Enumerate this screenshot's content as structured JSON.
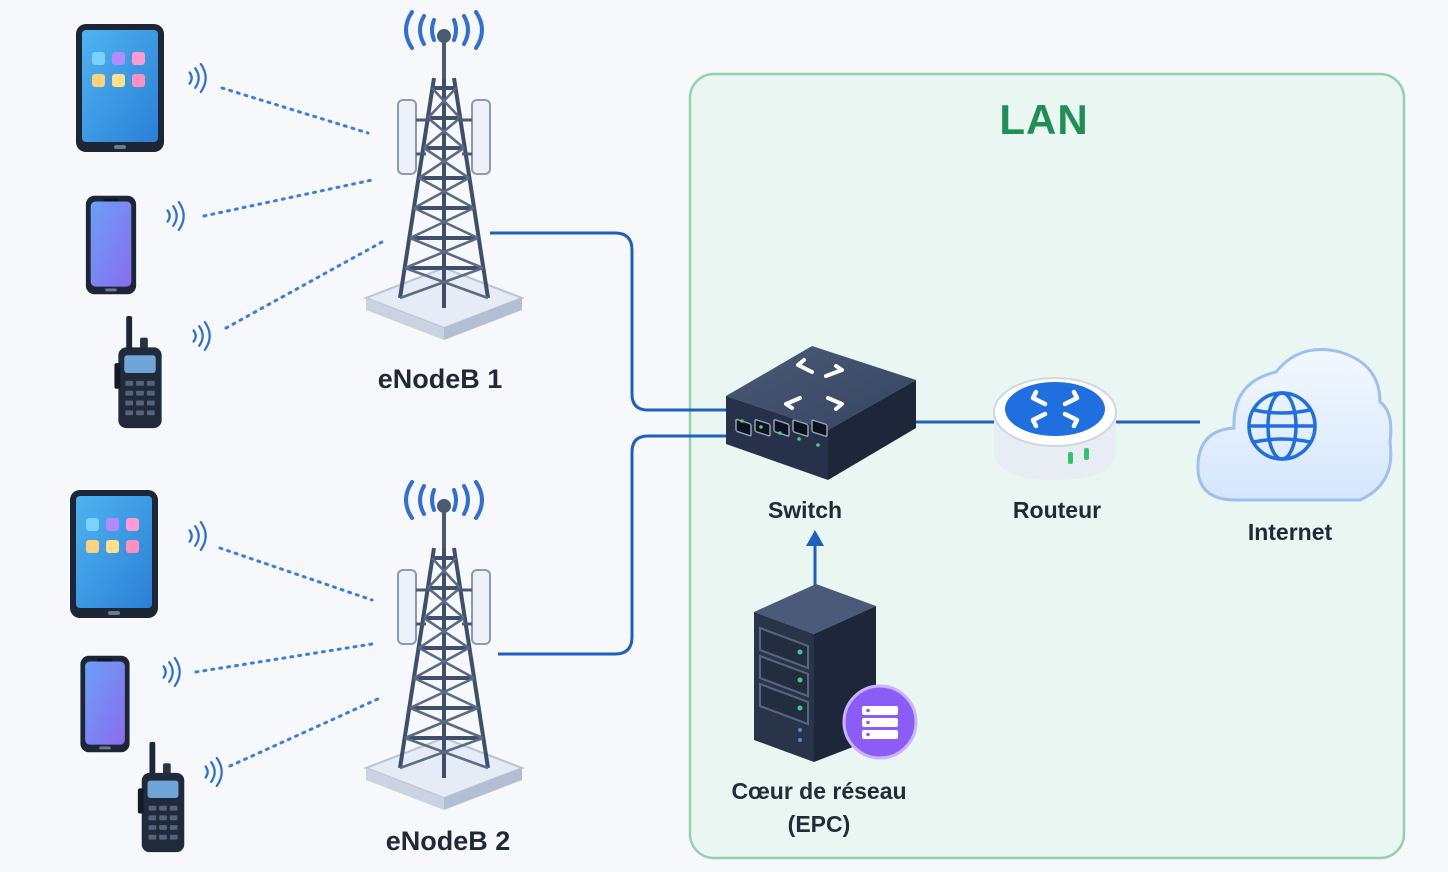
{
  "lan": {
    "title": "LAN"
  },
  "towers": [
    {
      "label": "eNodeB 1"
    },
    {
      "label": "eNodeB 2"
    }
  ],
  "devices": {
    "switch": "Switch",
    "router": "Routeur",
    "internet": "Internet",
    "core_line1": "Cœur de réseau",
    "core_line2": "(EPC)"
  },
  "ue_groups": [
    {
      "tower": "eNodeB 1",
      "devices": [
        "tablet",
        "smartphone",
        "walkie-talkie"
      ]
    },
    {
      "tower": "eNodeB 2",
      "devices": [
        "tablet",
        "smartphone",
        "walkie-talkie"
      ]
    }
  ],
  "colors": {
    "link": "#1f5fbf",
    "radio_dots": "#3a7fd9",
    "lan_border": "#8fd3ad",
    "lan_fill": "#eaf6f1",
    "lan_title": "#1f8f55",
    "core_badge": "#8b5cf6"
  }
}
